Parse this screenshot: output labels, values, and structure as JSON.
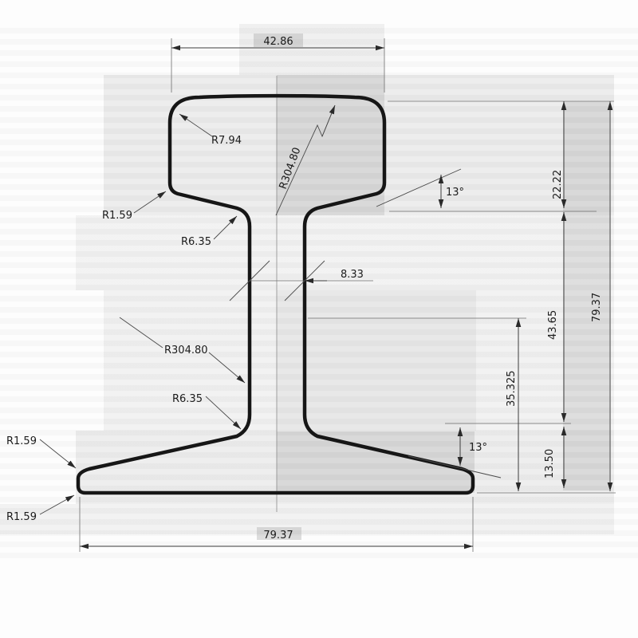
{
  "drawing": {
    "title": "rail-profile-cross-section",
    "colors": {
      "outline": "#161616",
      "dimension": "#3c3c3c",
      "shading": "#9a9a9a",
      "background": "#fdfdfd"
    },
    "labels": {
      "head_width": "42.86",
      "base_width": "79.37",
      "overall_height": "79.37",
      "head_depth": "22.22",
      "head_to_base_height": "43.65",
      "base_depth": "13.50",
      "bottom_to_web_height": "35.325",
      "web_thickness": "8.33",
      "head_corner_radius": "R7.94",
      "head_crown_radius": "R304.80",
      "web_side_radius": "R304.80",
      "head_web_fillet_radius": "R6.35",
      "web_base_fillet_radius": "R6.35",
      "head_edge_radius": "R1.59",
      "base_top_edge_radius": "R1.59",
      "base_bottom_edge_radius": "R1.59",
      "head_underside_angle": "13°",
      "base_top_angle": "13°"
    }
  }
}
